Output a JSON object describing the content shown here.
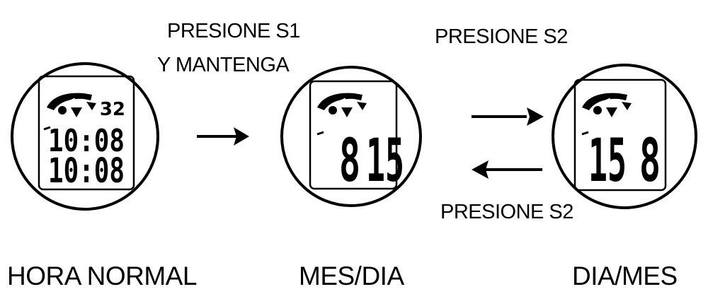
{
  "labels": {
    "press_hold_line1": "PRESIONE S1",
    "press_hold_line2": "Y MANTENGA",
    "press_s2_forward": "PRESIONE S2",
    "press_s2_back": "PRESIONE S2"
  },
  "screens": [
    {
      "caption": "HORA NORMAL",
      "small_digits": "32",
      "line1": "10:08",
      "line2": "10:08"
    },
    {
      "caption": "MES/DIA",
      "month": "8",
      "day": "15"
    },
    {
      "caption": "DIA/MES",
      "day": "15",
      "month": "8"
    }
  ],
  "icons": [
    "bicycle-icon",
    "arrow-right-icon",
    "arrow-left-icon"
  ],
  "colors": {
    "ink": "#000000",
    "background": "#ffffff"
  }
}
